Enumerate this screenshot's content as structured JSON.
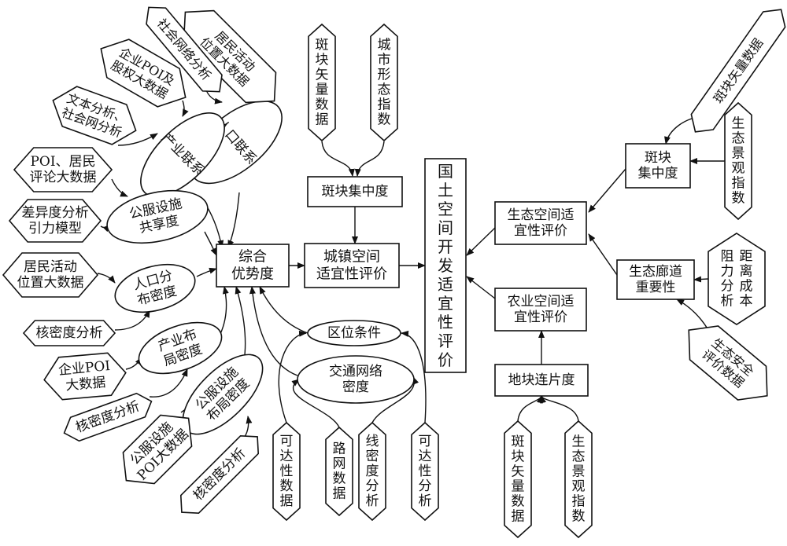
{
  "nodes": {
    "territory": {
      "lines": [
        "国土空间开发适宜性评价"
      ],
      "shape": "rect",
      "vertical": true
    },
    "urban": {
      "lines": [
        "城镇空间",
        "适宜性评价"
      ],
      "shape": "rect"
    },
    "ecoSpace": {
      "lines": [
        "生态空间适",
        "宜性评价"
      ],
      "shape": "rect"
    },
    "agriSpace": {
      "lines": [
        "农业空间适",
        "宜性评价"
      ],
      "shape": "rect"
    },
    "landCont": {
      "lines": [
        "地块连片度"
      ],
      "shape": "rect"
    },
    "patchConcUrban": {
      "lines": [
        "斑块集中度"
      ],
      "shape": "rect"
    },
    "compAdv": {
      "lines": [
        "综合",
        "优势度"
      ],
      "shape": "rect"
    },
    "location": {
      "lines": [
        "区位条件"
      ],
      "shape": "ellipse"
    },
    "trafficNet": {
      "lines": [
        "交通网络",
        "密度"
      ],
      "shape": "ellipse"
    },
    "patchConcEco": {
      "lines": [
        "斑块",
        "集中度"
      ],
      "shape": "rect"
    },
    "ecoCorridor": {
      "lines": [
        "生态廊道",
        "重要性"
      ],
      "shape": "rect"
    },
    "popLink": {
      "lines": [
        "人口联系"
      ],
      "shape": "ellipse"
    },
    "indLink": {
      "lines": [
        "产业联系"
      ],
      "shape": "ellipse"
    },
    "pubShare": {
      "lines": [
        "公服设施",
        "共享度"
      ],
      "shape": "ellipse"
    },
    "popDensity": {
      "lines": [
        "人口分",
        "布密度"
      ],
      "shape": "ellipse"
    },
    "indDensity": {
      "lines": [
        "产业布",
        "局密度"
      ],
      "shape": "ellipse"
    },
    "pubDensity": {
      "lines": [
        "公服设施",
        "布局密度"
      ],
      "shape": "ellipse"
    },
    "srcResLoc2": {
      "lines": [
        "居民活动",
        "位置大数据"
      ],
      "shape": "hex"
    },
    "srcSocial": {
      "lines": [
        "社会网络分析"
      ],
      "shape": "hex"
    },
    "srcEntEq": {
      "lines": [
        "企业POI及",
        "股权大数据"
      ],
      "shape": "hex"
    },
    "srcText": {
      "lines": [
        "文本分析、",
        "社会网分析"
      ],
      "shape": "hex"
    },
    "srcPOIReview": {
      "lines": [
        "POI、居民",
        "评论大数据"
      ],
      "shape": "hex"
    },
    "srcDiff": {
      "lines": [
        "差异度分析",
        "引力模型"
      ],
      "shape": "hex"
    },
    "srcResLoc": {
      "lines": [
        "居民活动",
        "位置大数据"
      ],
      "shape": "hex"
    },
    "srcKernel1": {
      "lines": [
        "核密度分析"
      ],
      "shape": "hex"
    },
    "srcEntPOI": {
      "lines": [
        "企业POI",
        "大数据"
      ],
      "shape": "hex"
    },
    "srcKernel2": {
      "lines": [
        "核密度分析"
      ],
      "shape": "hex"
    },
    "srcPubPOI": {
      "lines": [
        "公服设施",
        "POI大数据"
      ],
      "shape": "hex"
    },
    "srcKernel3": {
      "lines": [
        "核密度分析"
      ],
      "shape": "hex"
    },
    "srcPatchVec1": {
      "lines": [
        "斑块矢量数据"
      ],
      "shape": "hex",
      "vertical": true
    },
    "srcUrbanForm": {
      "lines": [
        "城市形态指数"
      ],
      "shape": "hex",
      "vertical": true
    },
    "srcAccess1": {
      "lines": [
        "可达性数据"
      ],
      "shape": "hex",
      "vertical": true
    },
    "srcRoad": {
      "lines": [
        "路网数据"
      ],
      "shape": "hex",
      "vertical": true
    },
    "srcLineDen": {
      "lines": [
        "线密度分析"
      ],
      "shape": "hex",
      "vertical": true
    },
    "srcAccess2": {
      "lines": [
        "可达性分析"
      ],
      "shape": "hex",
      "vertical": true
    },
    "srcPatchVec2": {
      "lines": [
        "斑块矢量数据"
      ],
      "shape": "hex",
      "vertical": true
    },
    "srcEcoLand1": {
      "lines": [
        "生态景观指数"
      ],
      "shape": "hex",
      "vertical": true
    },
    "srcPatchVec3": {
      "lines": [
        "斑块矢量数据"
      ],
      "shape": "hex"
    },
    "srcEcoLand2": {
      "lines": [
        "生态景观指数"
      ],
      "shape": "hex",
      "vertical": true
    },
    "srcResistance": {
      "lines": [
        "阻力",
        "距离分析",
        "成本"
      ],
      "shape": "hex",
      "vertical": true,
      "columns": [
        "距离成本",
        "阻力分析"
      ]
    },
    "srcEcoSafety": {
      "lines": [
        "生态安全",
        "评价数据"
      ],
      "shape": "hex"
    }
  },
  "edges": [
    [
      "urban",
      "territory"
    ],
    [
      "ecoSpace",
      "territory"
    ],
    [
      "agriSpace",
      "territory"
    ],
    [
      "landCont",
      "agriSpace"
    ],
    [
      "patchConcEco",
      "ecoSpace"
    ],
    [
      "ecoCorridor",
      "ecoSpace"
    ],
    [
      "patchConcUrban",
      "urban"
    ],
    [
      "compAdv",
      "urban"
    ],
    [
      "location",
      "compAdv"
    ],
    [
      "trafficNet",
      "compAdv"
    ],
    [
      "popLink",
      "compAdv"
    ],
    [
      "indLink",
      "compAdv"
    ],
    [
      "pubShare",
      "compAdv"
    ],
    [
      "popDensity",
      "compAdv"
    ],
    [
      "indDensity",
      "compAdv"
    ],
    [
      "pubDensity",
      "compAdv"
    ],
    [
      "srcResLoc2",
      "popLink"
    ],
    [
      "srcSocial",
      "popLink"
    ],
    [
      "srcEntEq",
      "indLink"
    ],
    [
      "srcText",
      "indLink"
    ],
    [
      "srcPOIReview",
      "pubShare"
    ],
    [
      "srcDiff",
      "pubShare"
    ],
    [
      "srcResLoc",
      "popDensity"
    ],
    [
      "srcKernel1",
      "popDensity"
    ],
    [
      "srcEntPOI",
      "indDensity"
    ],
    [
      "srcKernel2",
      "indDensity"
    ],
    [
      "srcPubPOI",
      "pubDensity"
    ],
    [
      "srcKernel3",
      "pubDensity"
    ],
    [
      "srcPatchVec1",
      "patchConcUrban"
    ],
    [
      "srcUrbanForm",
      "patchConcUrban"
    ],
    [
      "srcAccess1",
      "location"
    ],
    [
      "srcAccess2",
      "location"
    ],
    [
      "srcRoad",
      "trafficNet"
    ],
    [
      "srcLineDen",
      "trafficNet"
    ],
    [
      "srcPatchVec2",
      "landCont"
    ],
    [
      "srcEcoLand1",
      "landCont"
    ],
    [
      "srcPatchVec3",
      "patchConcEco"
    ],
    [
      "srcEcoLand2",
      "patchConcEco"
    ],
    [
      "srcResistance",
      "ecoCorridor"
    ],
    [
      "srcEcoSafety",
      "ecoCorridor"
    ]
  ]
}
